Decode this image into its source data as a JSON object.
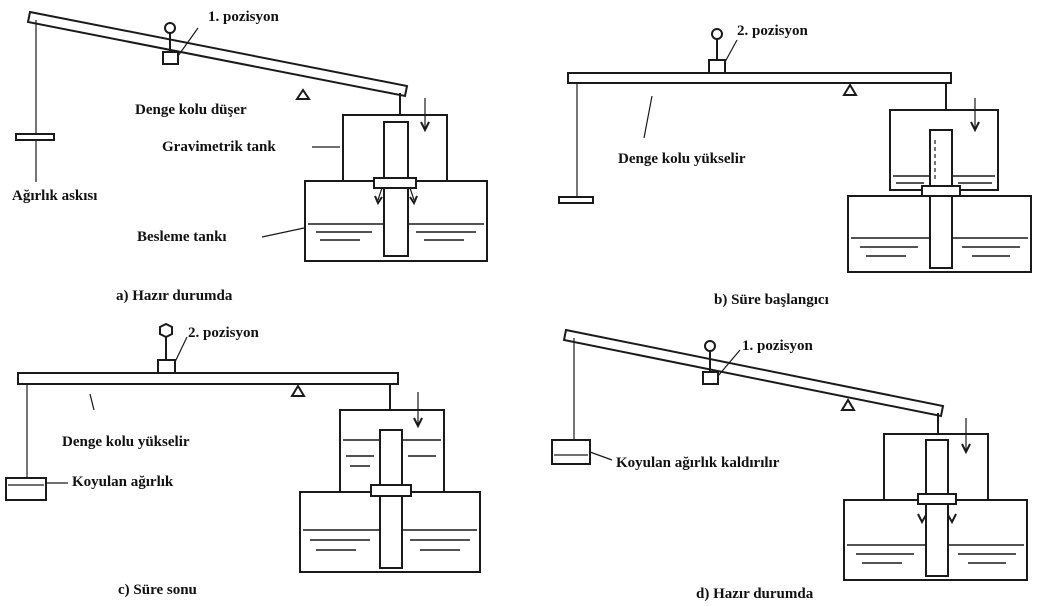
{
  "panels": {
    "a": {
      "caption": "a) Hazır durumda",
      "position_label": "1. pozisyon",
      "beam_label": "Denge kolu düşer",
      "gravimetric_label": "Gravimetrik tank",
      "hanger_label": "Ağırlık askısı",
      "feed_label": "Besleme tankı"
    },
    "b": {
      "caption": "b) Süre başlangıcı",
      "position_label": "2. pozisyon",
      "beam_label": "Denge kolu yükselir"
    },
    "c": {
      "caption": "c) Süre sonu",
      "position_label": "2. pozisyon",
      "beam_label": "Denge kolu yükselir",
      "weight_label": "Koyulan ağırlık"
    },
    "d": {
      "caption": "d) Hazır durumda",
      "position_label": "1. pozisyon",
      "weight_label": "Koyulan ağırlık kaldırılır"
    }
  }
}
